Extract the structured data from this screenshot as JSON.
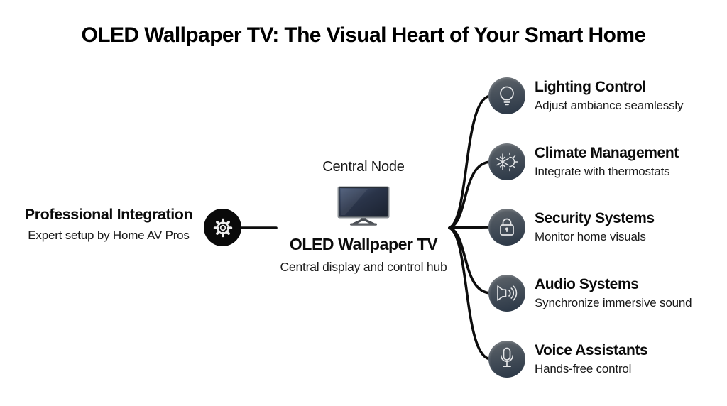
{
  "title": "OLED Wallpaper TV: The Visual Heart of Your Smart Home",
  "center": {
    "label": "Central Node",
    "title": "OLED Wallpaper TV",
    "subtitle": "Central display and control hub",
    "icon": "tv-icon"
  },
  "left_node": {
    "title": "Professional Integration",
    "subtitle": "Expert setup by Home AV Pros",
    "icon": "gear-icon"
  },
  "right_nodes": [
    {
      "title": "Lighting Control",
      "subtitle": "Adjust ambiance seamlessly",
      "icon": "lightbulb-icon"
    },
    {
      "title": "Climate Management",
      "subtitle": "Integrate with thermostats",
      "icon": "climate-icon"
    },
    {
      "title": "Security Systems",
      "subtitle": "Monitor home visuals",
      "icon": "lock-icon"
    },
    {
      "title": "Audio Systems",
      "subtitle": "Synchronize immersive sound",
      "icon": "speaker-icon"
    },
    {
      "title": "Voice Assistants",
      "subtitle": "Hands-free control",
      "icon": "microphone-icon"
    }
  ],
  "colors": {
    "background": "#ffffff",
    "title_text": "#000000",
    "body_text": "#111111",
    "connector_line": "#0d0d0d",
    "node_gradient_top": "#5d6369",
    "node_gradient_bottom": "#2c3847",
    "hub_circle_fill": "#0a0a0a",
    "icon_stroke": "#e3e4e6",
    "tv_screen_dark": "#1b2230",
    "tv_screen_light": "#44536e"
  }
}
